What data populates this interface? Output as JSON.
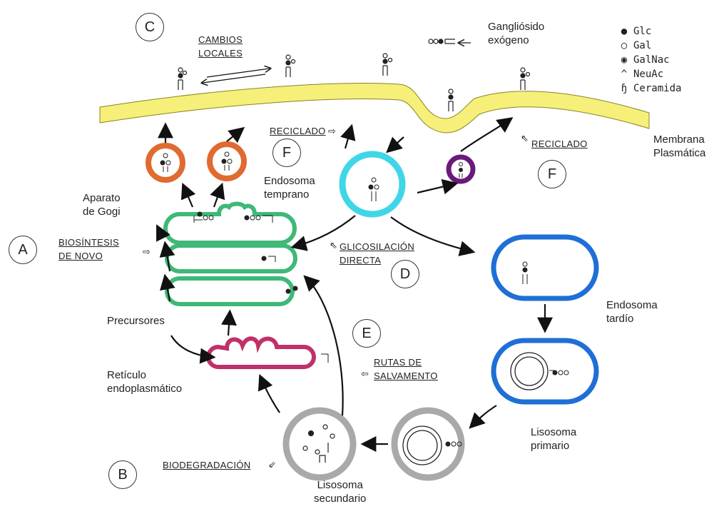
{
  "labels": {
    "C": "C",
    "A": "A",
    "B": "B",
    "D": "D",
    "E": "E",
    "F1": "F",
    "F2": "F",
    "cambios1": "CAMBIOS",
    "cambios2": "LOCALES",
    "gangliosido1": "Gangliósido",
    "gangliosido2": "exógeno",
    "membrana1": "Membrana",
    "membrana2": "Plasmática",
    "reciclado1": "RECICLADO",
    "reciclado2": "RECICLADO",
    "endosoma_temprano1": "Endosoma",
    "endosoma_temprano2": "temprano",
    "aparato1": "Aparato",
    "aparato2": "de Gogi",
    "biosintesis1": "BIOSÍNTESIS",
    "biosintesis2": "DE NOVO",
    "glicosilacion1": "GLICOSILACIÓN",
    "glicosilacion2": "DIRECTA",
    "precursores": "Precursores",
    "reticulo1": "Retículo",
    "reticulo2": "endoplasmático",
    "rutas1": "RUTAS DE",
    "rutas2": "SALVAMENTO",
    "endosoma_tardio1": "Endosoma",
    "endosoma_tardio2": "tardío",
    "lisosoma_primario1": "Lisosoma",
    "lisosoma_primario2": "primario",
    "lisosoma_secundario1": "Lisosoma",
    "lisosoma_secundario2": "secundario",
    "biodegradacion": "BIODEGRADACIÓN"
  },
  "legend": [
    {
      "symbol": "filled-dot",
      "text": "Glc"
    },
    {
      "symbol": "open-dot",
      "text": "Gal"
    },
    {
      "symbol": "dotted-dot",
      "text": "GalNac"
    },
    {
      "symbol": "caret",
      "text": "NeuAc"
    },
    {
      "symbol": "ceramide",
      "text": "Ceramida"
    }
  ],
  "colors": {
    "membrane": "#f6f07a",
    "golgi": "#3fb878",
    "er": "#c0306a",
    "early_endosome": "#3fd6e8",
    "late_endosome": "#1e6fd6",
    "lysosome": "#a9a9a9",
    "vesicle_orange": "#e06a30",
    "vesicle_purple": "#6a1a7a"
  }
}
